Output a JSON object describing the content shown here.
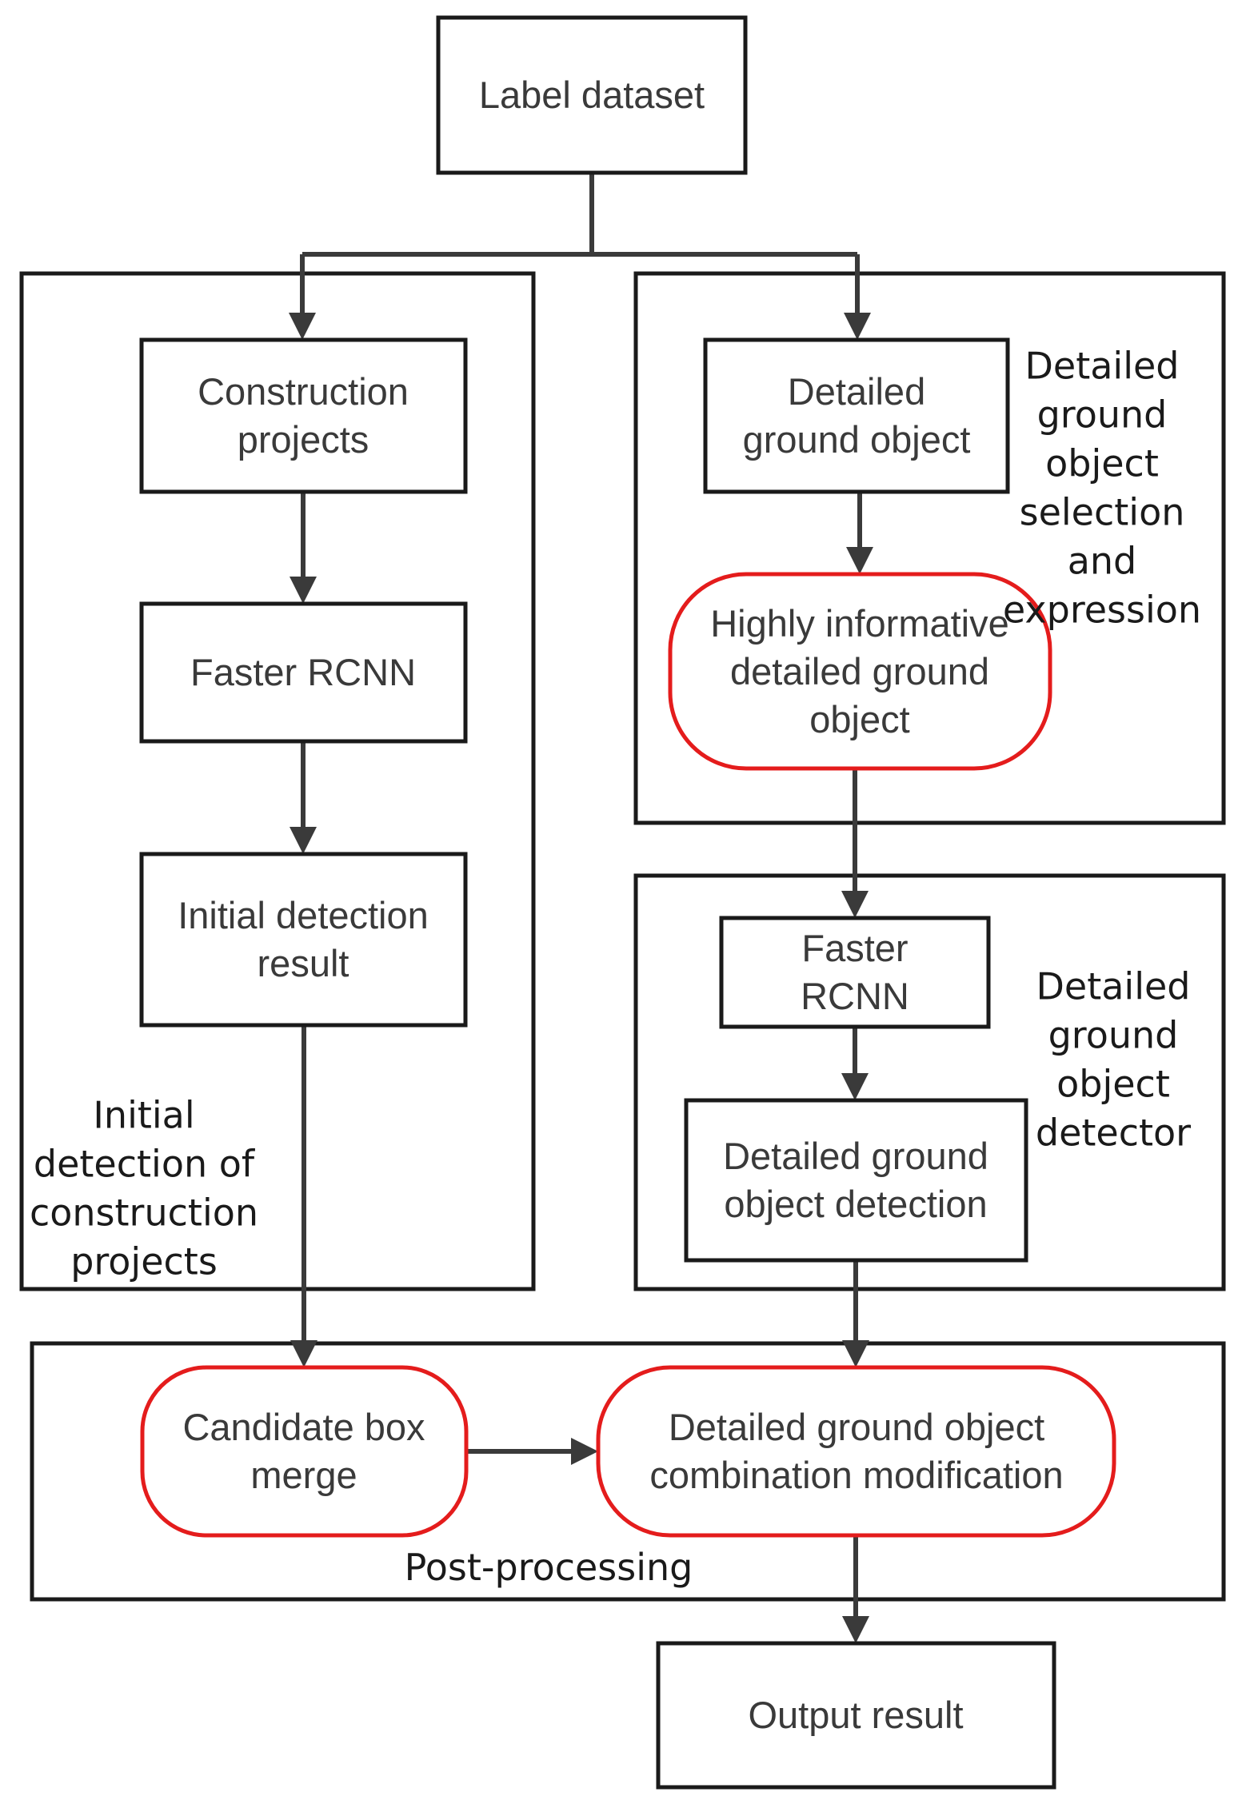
{
  "nodes": {
    "label_dataset": [
      "Label dataset"
    ],
    "construction_projects": [
      "Construction",
      "projects"
    ],
    "faster_rcnn_left": [
      "Faster RCNN"
    ],
    "initial_detection_result": [
      "Initial detection",
      "result"
    ],
    "detailed_ground_object": [
      "Detailed",
      "ground object"
    ],
    "highly_informative": [
      "Highly informative",
      "detailed ground",
      "object"
    ],
    "faster_rcnn_right": [
      "Faster",
      "RCNN"
    ],
    "detailed_object_detection": [
      "Detailed ground",
      "object detection"
    ],
    "candidate_box_merge": [
      "Candidate box",
      "merge"
    ],
    "combination_modification": [
      "Detailed  ground object",
      "combination modification"
    ],
    "output_result": [
      "Output result"
    ]
  },
  "groups": {
    "initial_detection": [
      "Initial",
      "detection of",
      "construction",
      "projects"
    ],
    "selection_expression": [
      "Detailed",
      "ground",
      "object",
      "selection",
      "and",
      "expression"
    ],
    "detector": [
      "Detailed",
      "ground",
      "object",
      "detector"
    ],
    "post_processing": [
      "Post-processing"
    ]
  },
  "colors": {
    "box_stroke": "#1a1a1a",
    "highlight_stroke": "#e41c1c",
    "arrow": "#3a3a3a",
    "node_text": "#3a3a3a",
    "group_text": "#1a1a1a"
  }
}
